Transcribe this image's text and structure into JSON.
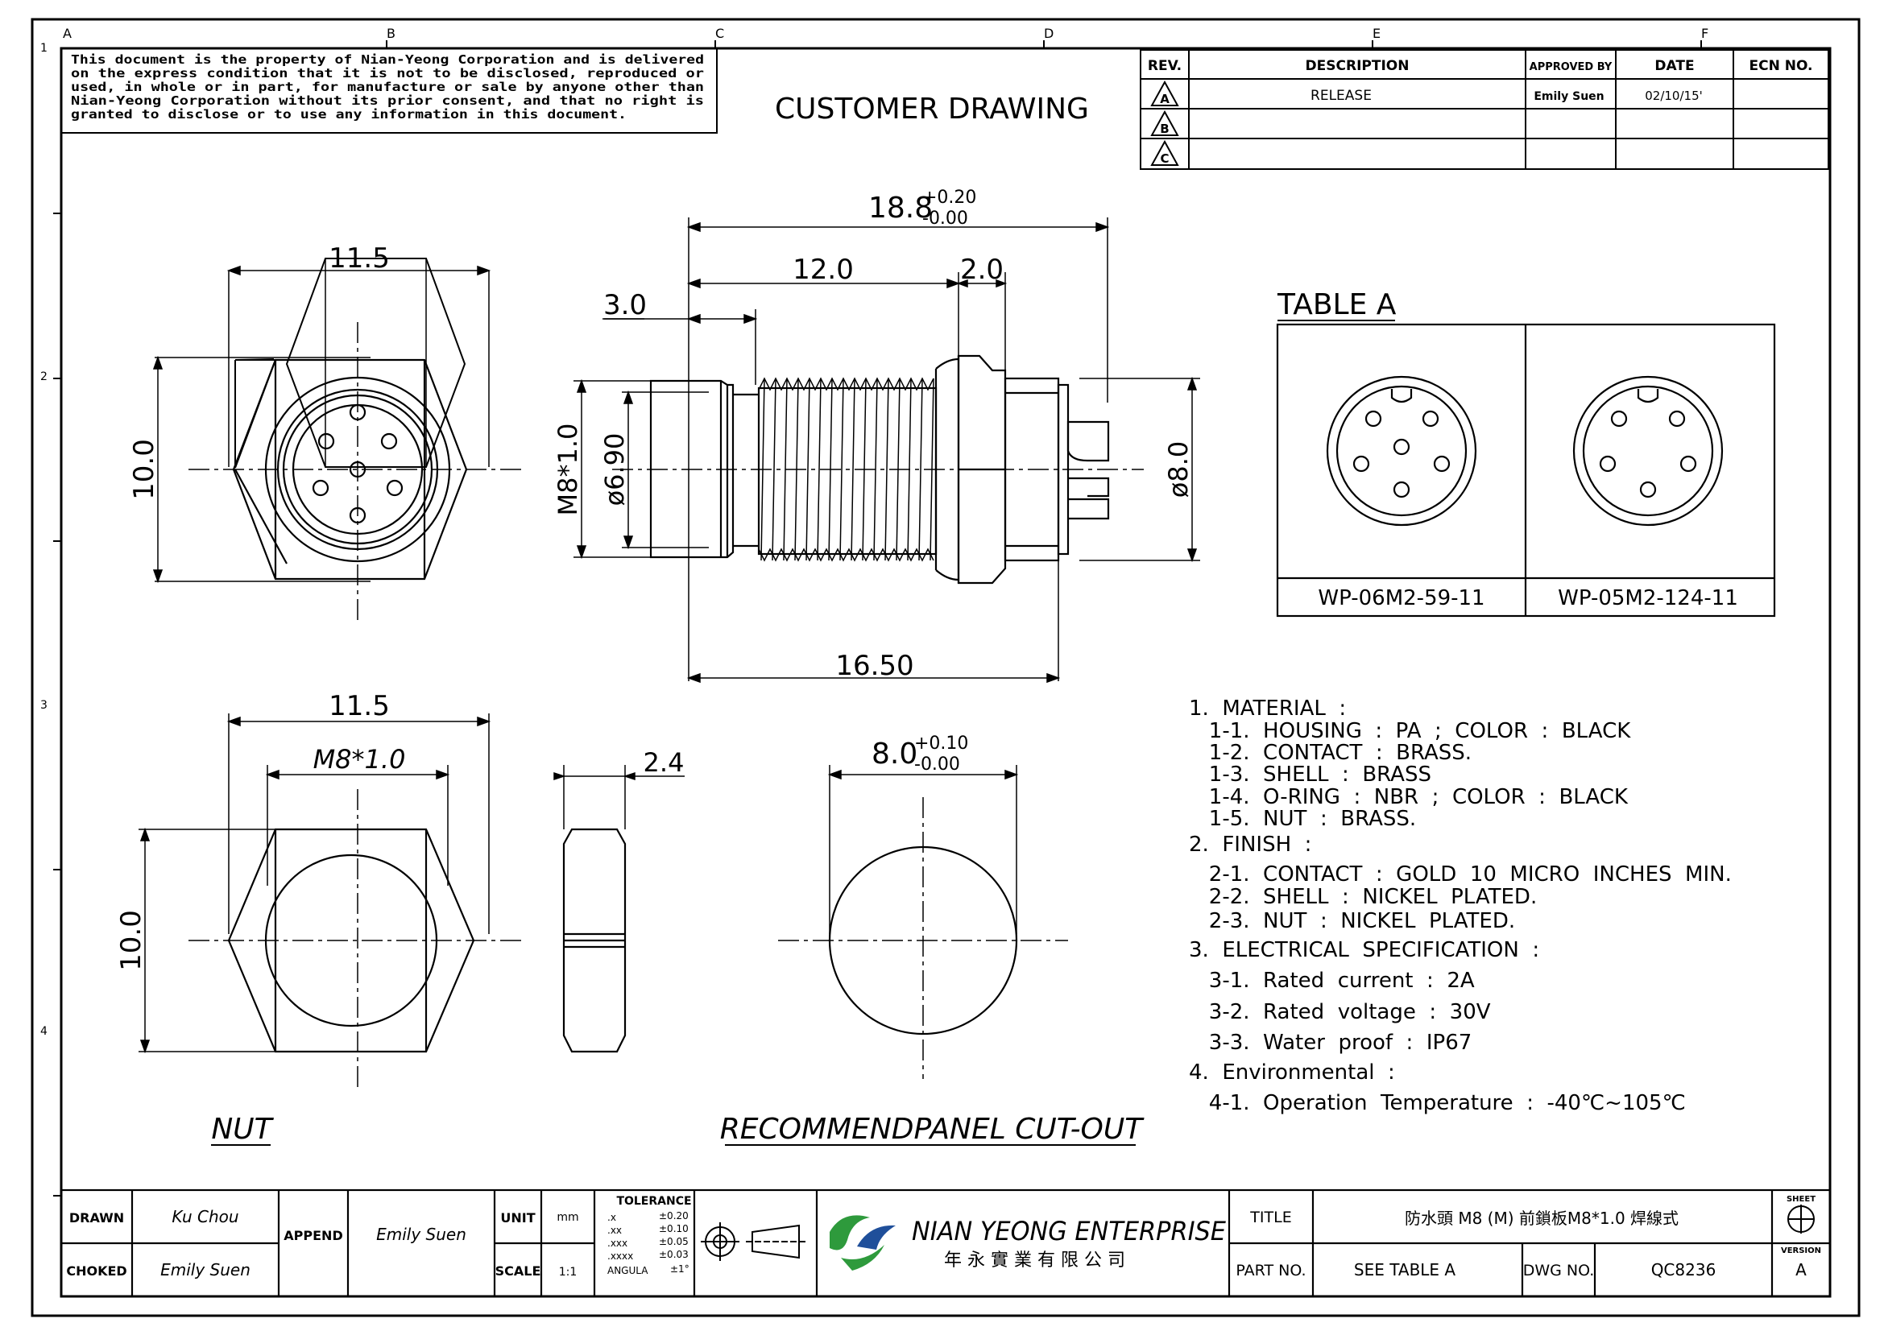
{
  "grid": {
    "cols": [
      "A",
      "B",
      "C",
      "D",
      "E",
      "F"
    ],
    "rows": [
      "1",
      "2",
      "3",
      "4"
    ]
  },
  "notice": [
    "This document is the property of Nian-Yeong Corporation and is delivered",
    "on  the  express condition that it is not to be disclosed, reproduced or",
    "used, in whole or in part, for manufacture or sale by anyone other than",
    "Nian-Yeong Corporation without  its prior consent, and that  no right  is",
    "granted to disclose or to use any information in this  document."
  ],
  "drawing_title": "CUSTOMER  DRAWING",
  "revision_table": {
    "headers": [
      "REV.",
      "DESCRIPTION",
      "APPROVED BY",
      "DATE",
      "ECN NO."
    ],
    "rows": [
      {
        "rev": "A",
        "description": "RELEASE",
        "approved_by": "Emily Suen",
        "date": "02/10/15'",
        "ecn": ""
      },
      {
        "rev": "B",
        "description": "",
        "approved_by": "",
        "date": "",
        "ecn": ""
      },
      {
        "rev": "C",
        "description": "",
        "approved_by": "",
        "date": "",
        "ecn": ""
      }
    ]
  },
  "dimensions": {
    "front_width": "11.5",
    "front_height": "10.0",
    "overall_length": "18.8",
    "overall_length_tol_plus": "+0.20",
    "overall_length_tol_minus": "-0.00",
    "thread_length": "12.0",
    "nut_offset": "2.0",
    "tip_length": "3.0",
    "thread_spec": "M8*1.0",
    "tip_diameter": "ø6.90",
    "rear_diameter": "ø8.0",
    "body_length": "16.50",
    "nut_width": "11.5",
    "nut_thread": "M8*1.0",
    "nut_height": "10.0",
    "nut_thickness": "2.4",
    "cutout_diameter": "8.0",
    "cutout_tol_plus": "+0.10",
    "cutout_tol_minus": "-0.00"
  },
  "table_a": {
    "title": "TABLE  A",
    "parts": [
      "WP-06M2-59-11",
      "WP-05M2-124-11"
    ]
  },
  "view_labels": {
    "nut": "NUT",
    "cutout": "RECOMMENDPANEL  CUT-OUT"
  },
  "specs": [
    "1.  MATERIAL  :",
    "   1-1.  HOUSING  :  PA  ;  COLOR  :  BLACK",
    "   1-2.  CONTACT  :  BRASS.",
    "   1-3.  SHELL  :  BRASS",
    "   1-4.  O-RING  :  NBR  ;  COLOR  :  BLACK",
    "   1-5.  NUT  :  BRASS.",
    "2.  FINISH  :",
    "   2-1.  CONTACT  :  GOLD  10  MICRO  INCHES  MIN.",
    "   2-2.  SHELL  :  NICKEL  PLATED.",
    "   2-3.  NUT  :  NICKEL  PLATED.",
    "3.  ELECTRICAL  SPECIFICATION  :",
    "   3-1.  Rated  current  :  2A",
    "   3-2.  Rated  voltage  :  30V",
    "   3-3.  Water  proof  :  IP67",
    "4.  Environmental  :",
    "   4-1.  Operation  Temperature  :  -40℃~105℃"
  ],
  "title_block": {
    "drawn_label": "DRAWN",
    "drawn_value": "Ku Chou",
    "checked_label": "CHOKED",
    "checked_value": "Emily Suen",
    "append_label": "APPEND",
    "append_value": "Emily Suen",
    "unit_label": "UNIT",
    "unit_value": "mm",
    "scale_label": "SCALE",
    "scale_value": "1:1",
    "tolerance_title": "TOLERANCE",
    "tolerance_rows": [
      {
        "k": ".x",
        "v": "±0.20"
      },
      {
        "k": ".xx",
        "v": "±0.10"
      },
      {
        "k": ".xxx",
        "v": "±0.05"
      },
      {
        "k": ".xxxx",
        "v": "±0.03"
      },
      {
        "k": "ANGULA",
        "v": "±1°"
      }
    ],
    "company_name": "NIAN YEONG ENTERPRISE",
    "company_chinese": "年 永 實 業 有 限 公 司",
    "title_label": "TITLE",
    "title_value": "防水頭  M8  (M)  前鎖板M8*1.0  焊線式",
    "part_label": "PART NO.",
    "part_value": "SEE TABLE A",
    "dwg_label": "DWG NO.",
    "dwg_value": "QC8236",
    "sheet_label": "SHEET",
    "version_label": "VERSION",
    "version_value": "A"
  },
  "colors": {
    "ink": "#000000",
    "logo_green": "#2e9a3c",
    "logo_blue": "#1f4f9a"
  }
}
